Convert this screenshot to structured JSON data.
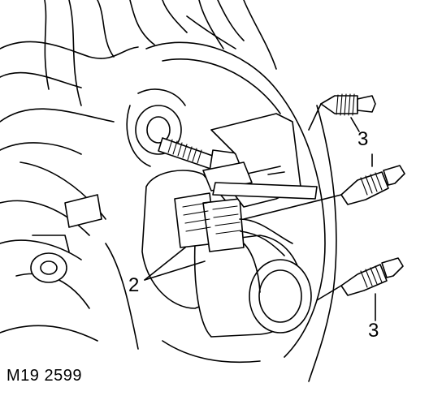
{
  "figure": {
    "reference": "M19 2599",
    "callouts": {
      "connector": "2",
      "plugs_top": "3",
      "plugs_bottom": "3"
    }
  }
}
